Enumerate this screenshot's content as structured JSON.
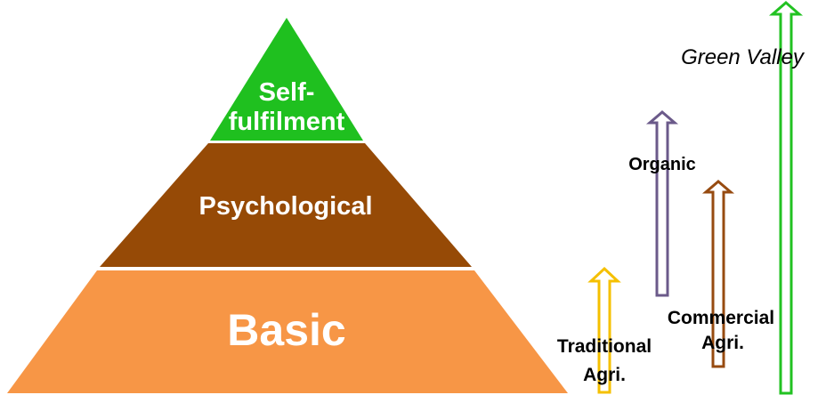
{
  "pyramid": {
    "levels": [
      {
        "label_lines": [
          "Self-",
          "fulfilment"
        ],
        "color": "#1fc01f"
      },
      {
        "label_lines": [
          "Psychological"
        ],
        "color": "#964a06"
      },
      {
        "label_lines": [
          "Basic"
        ],
        "color": "#f79646"
      }
    ]
  },
  "arrows": [
    {
      "label_lines": [
        "Traditional",
        "Agri."
      ],
      "color": "#f5c000"
    },
    {
      "label_lines": [
        "Organic"
      ],
      "color": "#6b5a8a"
    },
    {
      "label_lines": [
        "Commercial",
        "Agri."
      ],
      "color": "#974b10"
    },
    {
      "label_lines": [
        "Green Valley"
      ],
      "color": "#22c222"
    }
  ]
}
